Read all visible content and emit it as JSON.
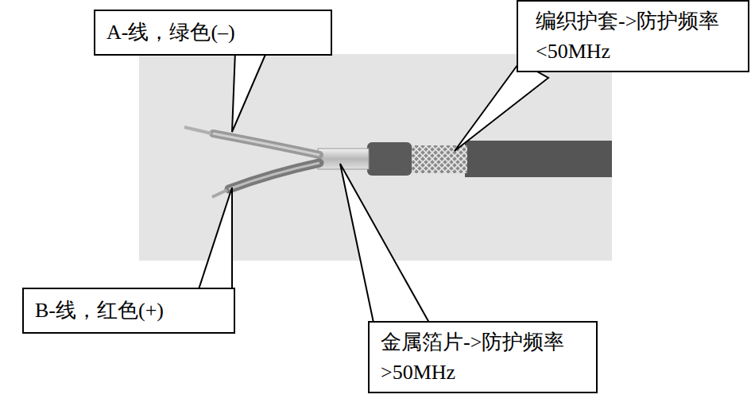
{
  "diagram": {
    "nodes": [
      {
        "text": [
          "A-线，绿色(–)"
        ]
      },
      {
        "text": [
          "编织护套->防护频率<50MHz"
        ]
      },
      {
        "text": [
          "B-线，红色(+)"
        ]
      },
      {
        "text": [
          "金属箔片->防护频率>50MHz"
        ]
      }
    ]
  }
}
